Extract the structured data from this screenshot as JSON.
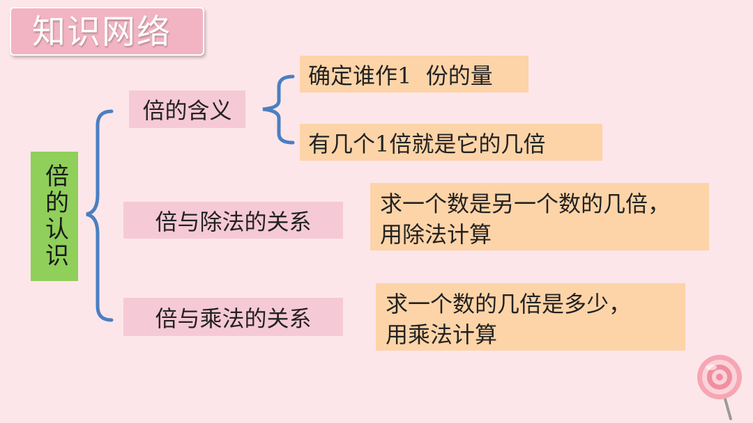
{
  "header": {
    "title": "知识网络"
  },
  "root": {
    "label": "倍的认识"
  },
  "branches": [
    {
      "label": "倍的含义",
      "details": [
        "确定谁作1  份的量",
        "有几个1倍就是它的几倍"
      ]
    },
    {
      "label": "倍与除法的关系",
      "detail_lines": [
        "求一个数是另一个数的几倍，",
        "用除法计算"
      ]
    },
    {
      "label": "倍与乘法的关系",
      "detail_lines": [
        "求一个数的几倍是多少，",
        "用乘法计算"
      ]
    }
  ],
  "colors": {
    "background": "#fde6ea",
    "title_box": "#f2b4c3",
    "root_box": "#8fcf5a",
    "branch_box": "#f6c9d6",
    "detail_box": "#fdd4a8",
    "brace": "#4a7fc1"
  },
  "decorations": {
    "corner_icon": "lollipop-icon"
  }
}
